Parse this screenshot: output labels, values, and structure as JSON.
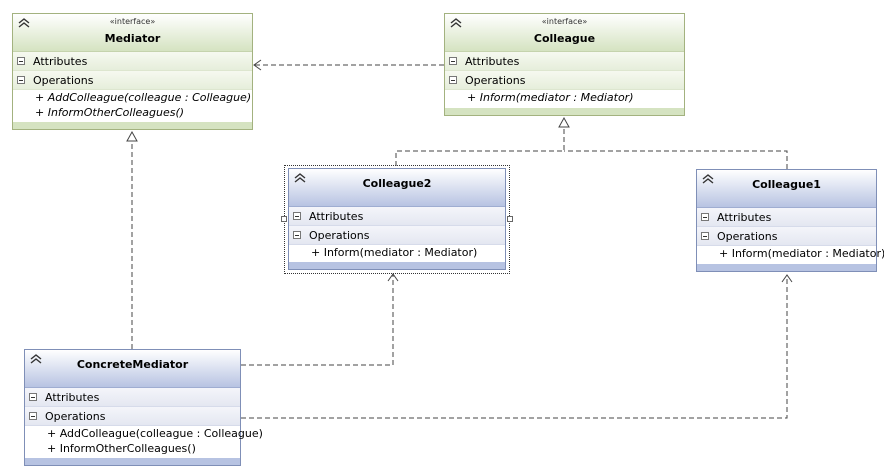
{
  "classes": {
    "mediator": {
      "stereotype": "«interface»",
      "name": "Mediator",
      "attributes_label": "Attributes",
      "operations_label": "Operations",
      "operations": [
        "+ AddColleague(colleague : Colleague)",
        "+ InformOtherColleagues()"
      ]
    },
    "colleague": {
      "stereotype": "«interface»",
      "name": "Colleague",
      "attributes_label": "Attributes",
      "operations_label": "Operations",
      "operations": [
        "+ Inform(mediator : Mediator)"
      ]
    },
    "colleague2": {
      "name": "Colleague2",
      "attributes_label": "Attributes",
      "operations_label": "Operations",
      "operations": [
        "+ Inform(mediator : Mediator)"
      ]
    },
    "colleague1": {
      "name": "Colleague1",
      "attributes_label": "Attributes",
      "operations_label": "Operations",
      "operations": [
        "+ Inform(mediator : Mediator)"
      ]
    },
    "concrete_mediator": {
      "name": "ConcreteMediator",
      "attributes_label": "Attributes",
      "operations_label": "Operations",
      "operations": [
        "+ AddColleague(colleague : Colleague)",
        "+ InformOtherColleagues()"
      ]
    }
  },
  "relations": [
    {
      "from": "Colleague",
      "to": "Mediator",
      "kind": "dependency"
    },
    {
      "from": "ConcreteMediator",
      "to": "Mediator",
      "kind": "realization"
    },
    {
      "from": "Colleague2",
      "to": "Colleague",
      "kind": "realization"
    },
    {
      "from": "Colleague1",
      "to": "Colleague",
      "kind": "realization"
    },
    {
      "from": "ConcreteMediator",
      "to": "Colleague2",
      "kind": "dependency"
    },
    {
      "from": "ConcreteMediator",
      "to": "Colleague1",
      "kind": "dependency"
    }
  ],
  "colors": {
    "interface_header": "#d5e3c1",
    "class_header": "#b7c3e2",
    "connector": "#444444"
  }
}
